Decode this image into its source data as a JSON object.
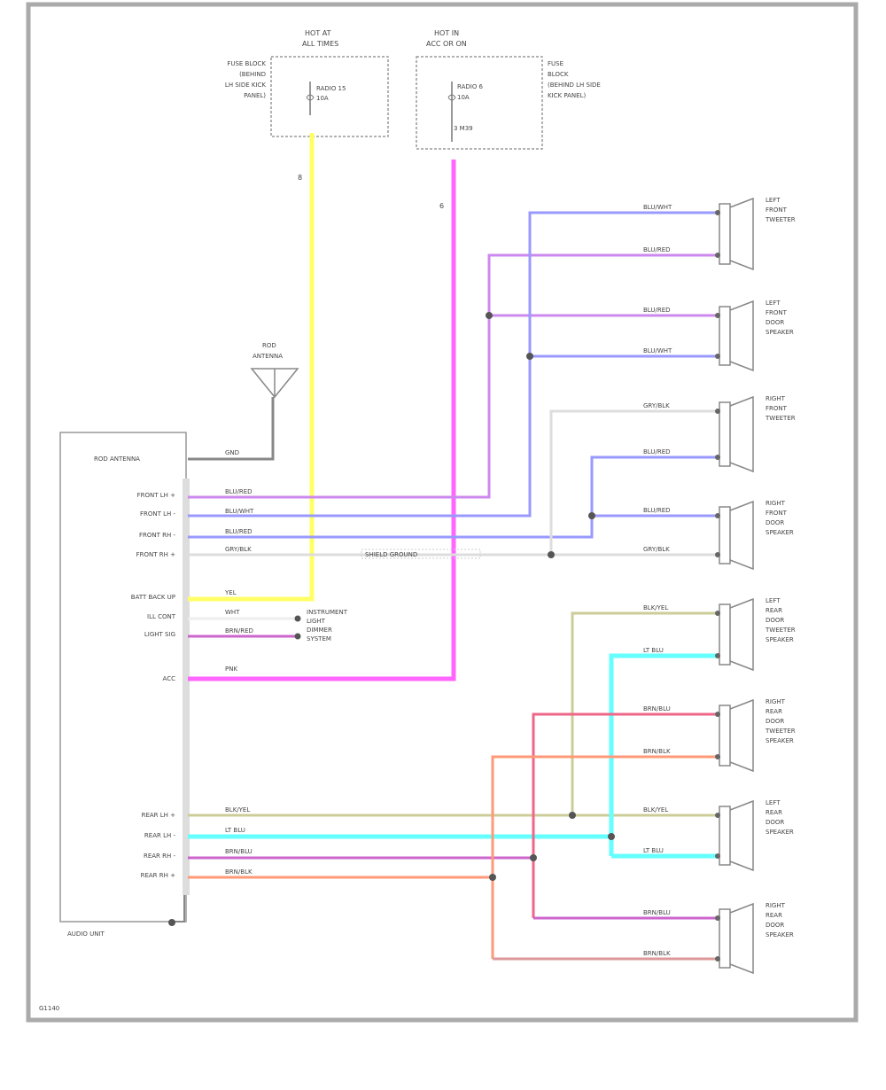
{
  "fuse_boxes": {
    "left": {
      "header": [
        "HOT AT",
        "ALL TIMES"
      ],
      "fuse_label": [
        "RADIO 15",
        "10A"
      ],
      "side_labels": [
        "FUSE BLOCK",
        "(BEHIND",
        "LH SIDE KICK",
        "PANEL)"
      ],
      "connector_label": "8"
    },
    "right": {
      "header": [
        "HOT IN",
        "ACC OR ON"
      ],
      "fuse_label": [
        "RADIO 6",
        "10A"
      ],
      "extra_label": "3 M39",
      "side_labels": [
        "FUSE",
        "BLOCK",
        "(BEHIND LH SIDE",
        "KICK PANEL)"
      ],
      "connector_label": "6"
    }
  },
  "antenna": {
    "label": [
      "ROD",
      "ANTENNA"
    ]
  },
  "audio_unit": {
    "title": "AUDIO UNIT",
    "antenna_pin": "ROD ANTENNA",
    "ground_label": "GND",
    "pins": {
      "front_group": [
        "FRONT LH +",
        "FRONT LH -",
        "FRONT RH -",
        "FRONT RH +"
      ],
      "power_group": [
        "BATT BACK UP",
        "ILL CONT",
        "LIGHT SIG"
      ],
      "acc": "ACC",
      "rear_group": [
        "REAR LH +",
        "REAR LH -",
        "REAR RH -",
        "REAR RH +"
      ]
    },
    "wire_labels": {
      "front_group": [
        "BLU/RED",
        "BLU/WHT",
        "BLU/RED",
        "GRY/BLK"
      ],
      "power_group": [
        "YEL",
        "WHT",
        "BRN/RED"
      ],
      "acc": "PNK",
      "rear_group": [
        "BLK/YEL",
        "LT BLU",
        "BRN/BLU",
        "BRN/BLK"
      ]
    },
    "dimmer_label": [
      "INSTRUMENT",
      "LIGHT",
      "DIMMER",
      "SYSTEM"
    ]
  },
  "speakers": [
    {
      "name": [
        "LEFT",
        "FRONT",
        "TWEETER"
      ],
      "wire_labels": [
        "BLU/WHT",
        "BLU/RED"
      ]
    },
    {
      "name": [
        "LEFT",
        "FRONT",
        "DOOR",
        "SPEAKER"
      ],
      "wire_labels": [
        "BLU/RED",
        "BLU/WHT"
      ]
    },
    {
      "name": [
        "RIGHT",
        "FRONT",
        "TWEETER"
      ],
      "wire_labels": [
        "GRY/BLK",
        "BLU/RED"
      ]
    },
    {
      "name": [
        "RIGHT",
        "FRONT",
        "DOOR",
        "SPEAKER"
      ],
      "wire_labels": [
        "BLU/RED",
        "GRY/BLK"
      ]
    },
    {
      "name": [
        "LEFT",
        "REAR",
        "DOOR",
        "TWEETER",
        "SPEAKER"
      ],
      "wire_labels": [
        "BLK/YEL",
        "LT BLU"
      ]
    },
    {
      "name": [
        "RIGHT",
        "REAR",
        "DOOR",
        "TWEETER",
        "SPEAKER"
      ],
      "wire_labels": [
        "BRN/BLU",
        "BRN/BLK"
      ]
    },
    {
      "name": [
        "LEFT",
        "REAR",
        "DOOR",
        "SPEAKER"
      ],
      "wire_labels": [
        "BLK/YEL",
        "LT BLU"
      ]
    },
    {
      "name": [
        "RIGHT",
        "REAR",
        "DOOR",
        "SPEAKER"
      ],
      "wire_labels": [
        "BRN/BLU",
        "BRN/BLK"
      ]
    }
  ],
  "shield_label": "SHIELD GROUND",
  "footer_code": "G1140",
  "wire_colors": {
    "yellow": "#ffff66",
    "pink": "#ff66ff",
    "blue": "#9999ff",
    "violet": "#cc88ee",
    "magenta_violet": "#cc66cc",
    "light_blue": "#66ffff",
    "khaki": "#cccc99",
    "salmon": "#ff9977",
    "red_pink": "#ee6688",
    "gray": "#dddddd"
  }
}
